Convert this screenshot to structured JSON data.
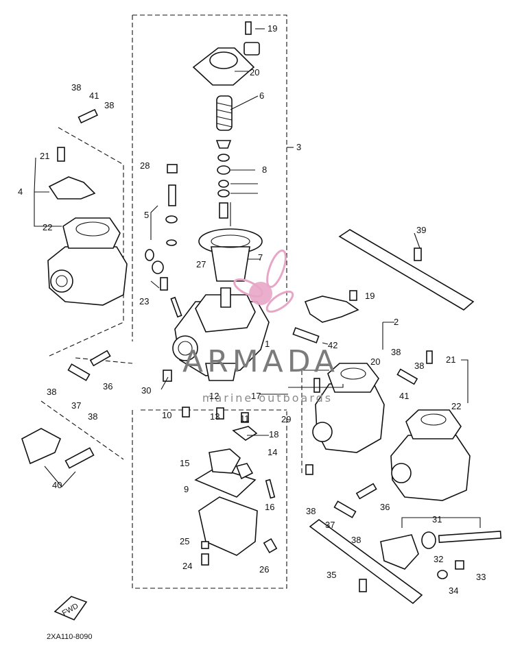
{
  "diagram": {
    "diagram_code": "2XA110-8090",
    "front_marker": "FWD",
    "watermark": {
      "brand": "ARMADA",
      "tagline": "marine outboards",
      "accent_color": "#e8a6c6"
    },
    "callouts": [
      {
        "id": "c-19a",
        "label": "19"
      },
      {
        "id": "c-20a",
        "label": "20"
      },
      {
        "id": "c-6",
        "label": "6"
      },
      {
        "id": "c-3",
        "label": "3"
      },
      {
        "id": "c-8",
        "label": "8"
      },
      {
        "id": "c-38a",
        "label": "38"
      },
      {
        "id": "c-41a",
        "label": "41"
      },
      {
        "id": "c-38b",
        "label": "38"
      },
      {
        "id": "c-21a",
        "label": "21"
      },
      {
        "id": "c-28",
        "label": "28"
      },
      {
        "id": "c-4",
        "label": "4"
      },
      {
        "id": "c-5",
        "label": "5"
      },
      {
        "id": "c-22a",
        "label": "22"
      },
      {
        "id": "c-39",
        "label": "39"
      },
      {
        "id": "c-7",
        "label": "7"
      },
      {
        "id": "c-27",
        "label": "27"
      },
      {
        "id": "c-23",
        "label": "23"
      },
      {
        "id": "c-19b",
        "label": "19"
      },
      {
        "id": "c-2",
        "label": "2"
      },
      {
        "id": "c-42",
        "label": "42"
      },
      {
        "id": "c-1",
        "label": "1"
      },
      {
        "id": "c-20b",
        "label": "20"
      },
      {
        "id": "c-38c",
        "label": "38"
      },
      {
        "id": "c-38d",
        "label": "38"
      },
      {
        "id": "c-21b",
        "label": "21"
      },
      {
        "id": "c-36a",
        "label": "36"
      },
      {
        "id": "c-38e",
        "label": "38"
      },
      {
        "id": "c-37a",
        "label": "37"
      },
      {
        "id": "c-38f",
        "label": "38"
      },
      {
        "id": "c-30",
        "label": "30"
      },
      {
        "id": "c-12",
        "label": "12"
      },
      {
        "id": "c-17",
        "label": "17"
      },
      {
        "id": "c-41b",
        "label": "41"
      },
      {
        "id": "c-22b",
        "label": "22"
      },
      {
        "id": "c-10",
        "label": "10"
      },
      {
        "id": "c-13",
        "label": "13"
      },
      {
        "id": "c-11",
        "label": "11"
      },
      {
        "id": "c-29",
        "label": "29"
      },
      {
        "id": "c-18",
        "label": "18"
      },
      {
        "id": "c-14",
        "label": "14"
      },
      {
        "id": "c-15",
        "label": "15"
      },
      {
        "id": "c-40",
        "label": "40"
      },
      {
        "id": "c-9",
        "label": "9"
      },
      {
        "id": "c-16",
        "label": "16"
      },
      {
        "id": "c-38g",
        "label": "38"
      },
      {
        "id": "c-36b",
        "label": "36"
      },
      {
        "id": "c-37b",
        "label": "37"
      },
      {
        "id": "c-38h",
        "label": "38"
      },
      {
        "id": "c-31",
        "label": "31"
      },
      {
        "id": "c-25",
        "label": "25"
      },
      {
        "id": "c-32",
        "label": "32"
      },
      {
        "id": "c-24",
        "label": "24"
      },
      {
        "id": "c-26",
        "label": "26"
      },
      {
        "id": "c-35",
        "label": "35"
      },
      {
        "id": "c-33",
        "label": "33"
      },
      {
        "id": "c-34",
        "label": "34"
      }
    ]
  }
}
